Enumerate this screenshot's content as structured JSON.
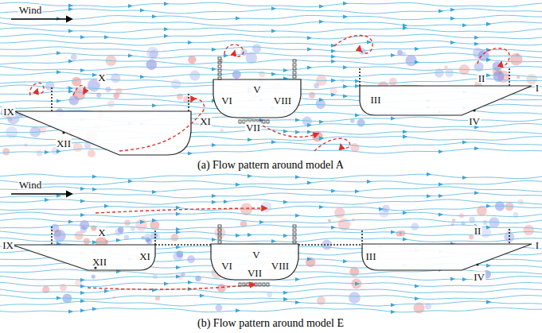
{
  "diagram": {
    "labels": [
      "Wind",
      "X",
      "IX",
      "XII",
      "XI",
      "VI",
      "V",
      "VIII",
      "VII",
      "III",
      "II",
      "I",
      "IV",
      "(a) Flow pattern around model A",
      "Wind",
      "X",
      "IX",
      "XII",
      "XI",
      "VI",
      "V",
      "VIII",
      "VII",
      "III",
      "II",
      "I",
      "IV",
      "(b) Flow pattern around model E"
    ]
  }
}
